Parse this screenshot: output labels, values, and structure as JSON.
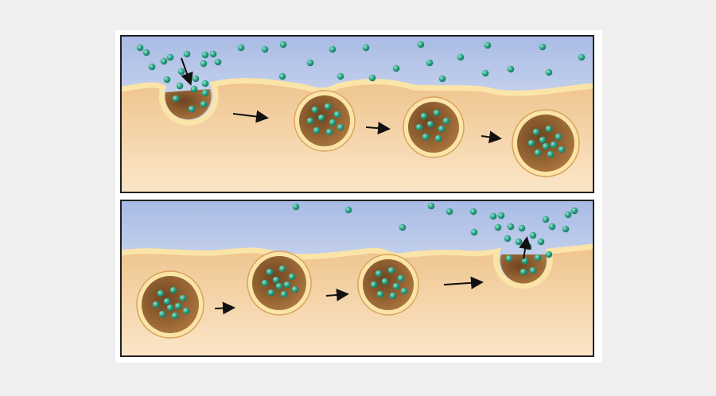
{
  "diagram": {
    "panels": [
      {
        "name": "endocytosis",
        "stages": 4
      },
      {
        "name": "exocytosis",
        "stages": 4
      }
    ],
    "colors": {
      "extracellular_top": "#aebfe6",
      "extracellular_bottom": "#eef2f8",
      "cytoplasm": "#f1c792",
      "membrane": "#fbe4a8",
      "membrane_edge": "#d9a25c",
      "vesicle_interior": "#8a5a2b",
      "particle": "#2fa88a",
      "arrow": "#111111",
      "frame": "#222222"
    }
  }
}
